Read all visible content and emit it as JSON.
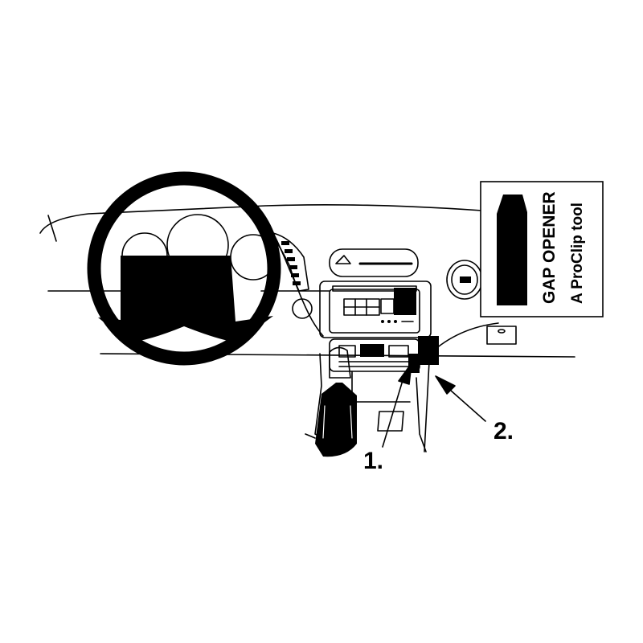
{
  "callouts": {
    "step_1": "1.",
    "step_2": "2."
  },
  "tool_box": {
    "line_1": "GAP OPENER",
    "line_2": "A ProClip tool"
  },
  "colors": {
    "ink": "#000000",
    "paper": "#ffffff"
  }
}
